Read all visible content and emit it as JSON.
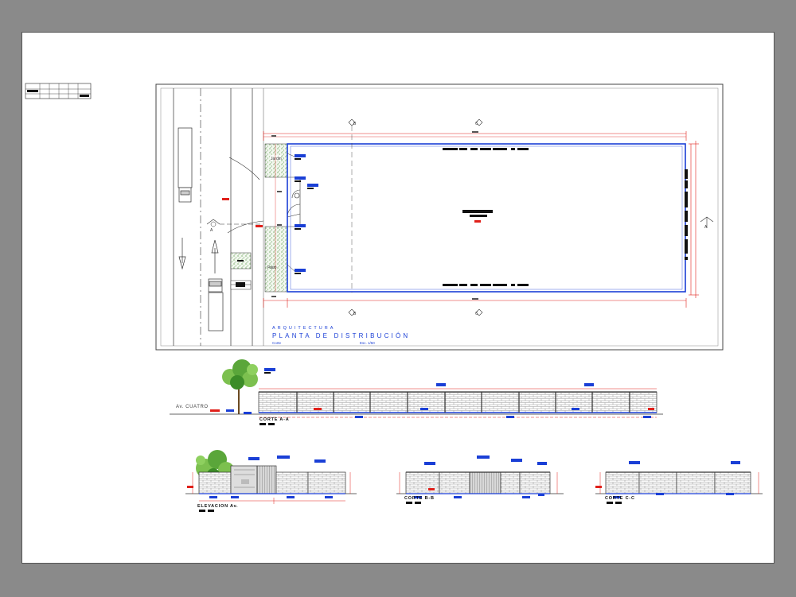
{
  "colors": {
    "background": "#8a8a8a",
    "sheet": "#ffffff",
    "blue": "#1a3fd6",
    "red": "#e0201a",
    "black": "#111111",
    "green": "#3c8c28"
  },
  "plan": {
    "subtitle": "ARQUITECTURA",
    "title": "PLANTA DE DISTRIBUCIÓN",
    "caption_left": "Corte",
    "caption_right": "Esc. 1/50",
    "room_label_top": "Jardin",
    "room_label_bottom": "Patio",
    "section_letters": {
      "a": "A",
      "b": "B",
      "c": "C"
    }
  },
  "street": {
    "name": "Av. CUATRO"
  },
  "sections": {
    "corte_a": "CORTE  A-A",
    "elevacion": "ELEVACION  Av.",
    "corte_b": "CORTE  B-B",
    "corte_c": "CORTE  C-C"
  }
}
